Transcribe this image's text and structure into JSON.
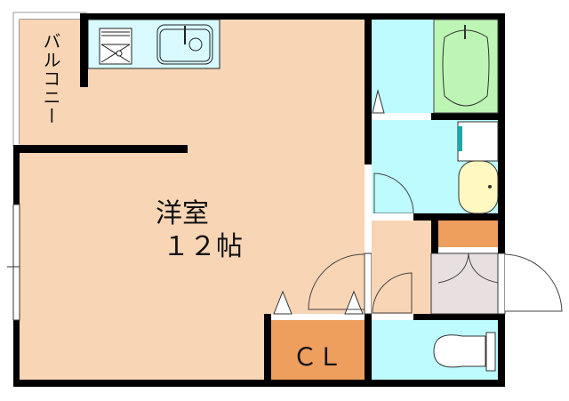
{
  "floorplan": {
    "rooms": {
      "western_room": {
        "name": "洋室",
        "size": "１２帖"
      },
      "closet": {
        "name": "ＣＬ"
      },
      "balcony": {
        "name": "バルコニー"
      }
    },
    "colors": {
      "wall": "#000000",
      "room_floor": "#F8D5B5",
      "wet_area": "#BDFBFF",
      "bathtub": "#BDF5B5",
      "closet": "#EE9F5E",
      "entrance": "#E8E0E0",
      "washbasin": "#FFF8C0"
    }
  }
}
